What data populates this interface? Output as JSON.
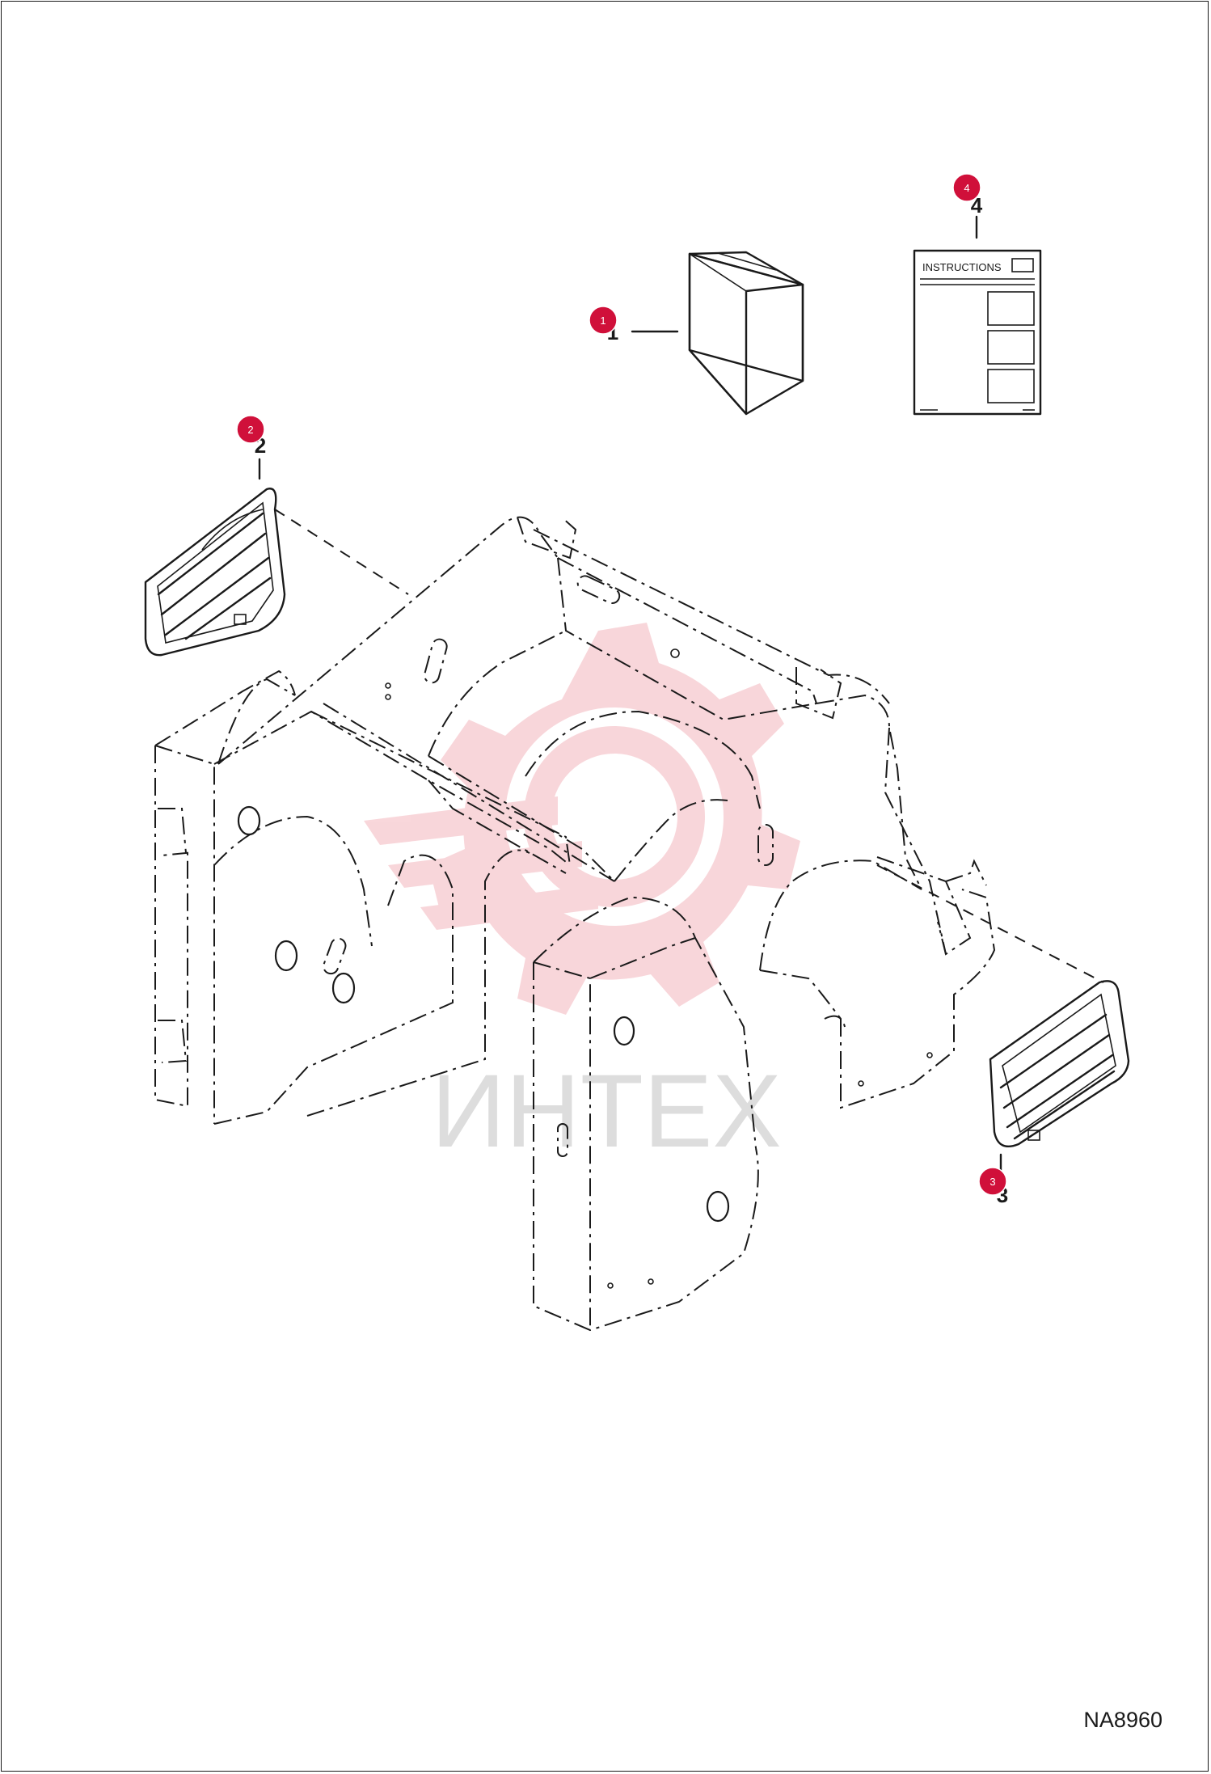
{
  "diagram": {
    "code": "NA8960",
    "watermark": "ИНТЕХ",
    "instructions_label": "INSTRUCTIONS",
    "accent_color": "#d0103a",
    "watermark_color": "#f4b6bd",
    "parts": [
      {
        "marker": "1",
        "label": "1"
      },
      {
        "marker": "2",
        "label": "2"
      },
      {
        "marker": "3",
        "label": "3"
      },
      {
        "marker": "4",
        "label": "4"
      }
    ]
  }
}
